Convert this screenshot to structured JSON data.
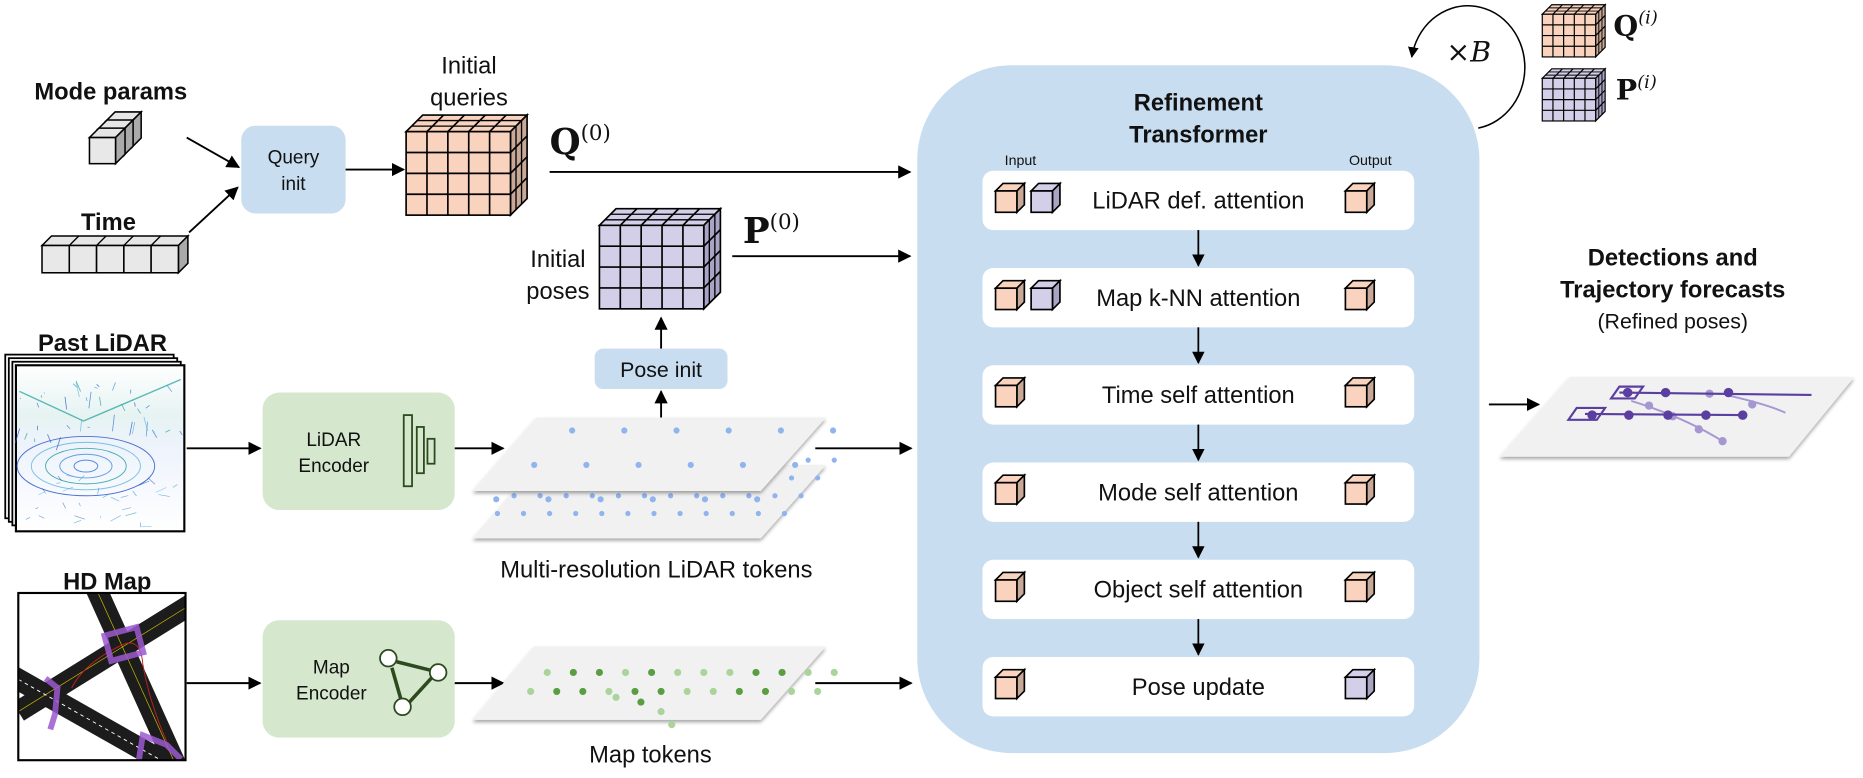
{
  "inputs": {
    "mode_params": "Mode params",
    "time": "Time",
    "past_lidar": "Past LiDAR",
    "hd_map": "HD Map"
  },
  "modules": {
    "query_init": [
      "Query",
      "init"
    ],
    "pose_init": "Pose init",
    "lidar_encoder": [
      "LiDAR",
      "Encoder"
    ],
    "map_encoder": [
      "Map",
      "Encoder"
    ]
  },
  "labels": {
    "initial_queries": [
      "Initial",
      "queries"
    ],
    "initial_poses": [
      "Initial",
      "poses"
    ],
    "q0": "Q",
    "q0_sup": "(0)",
    "p0": "P",
    "p0_sup": "(0)",
    "lidar_tokens": "Multi-resolution LiDAR tokens",
    "map_tokens": "Map tokens",
    "loop": "×B",
    "qi": "Q",
    "qi_sup": "(i)",
    "pi": "P",
    "pi_sup": "(i)"
  },
  "refinement": {
    "title": [
      "Refinement",
      "Transformer"
    ],
    "input_label": "Input",
    "output_label": "Output",
    "blocks": [
      {
        "label": "LiDAR def. attention",
        "inputs": [
          "query",
          "pose"
        ],
        "output": "query"
      },
      {
        "label": "Map k-NN attention",
        "inputs": [
          "query",
          "pose"
        ],
        "output": "query"
      },
      {
        "label": "Time self attention",
        "inputs": [
          "query"
        ],
        "output": "query"
      },
      {
        "label": "Mode self attention",
        "inputs": [
          "query"
        ],
        "output": "query"
      },
      {
        "label": "Object self attention",
        "inputs": [
          "query"
        ],
        "output": "query"
      },
      {
        "label": "Pose update",
        "inputs": [
          "query"
        ],
        "output": "pose"
      }
    ]
  },
  "output": {
    "title": [
      "Detections and",
      "Trajectory forecasts"
    ],
    "subtitle": "(Refined poses)"
  },
  "colors": {
    "query": "#f9d3bd",
    "query_side": "#c8a896",
    "pose": "#d3cfe8",
    "pose_side": "#a9a4c4",
    "blue_panel": "#c9ddf0",
    "green_panel": "#d5e7cd",
    "lidar_dot": "#8fb4ee",
    "map_dot_dark": "#5a9e44",
    "map_dot_light": "#a9d49a",
    "traj_dark": "#5a3fa0",
    "traj_light": "#a697d2"
  }
}
